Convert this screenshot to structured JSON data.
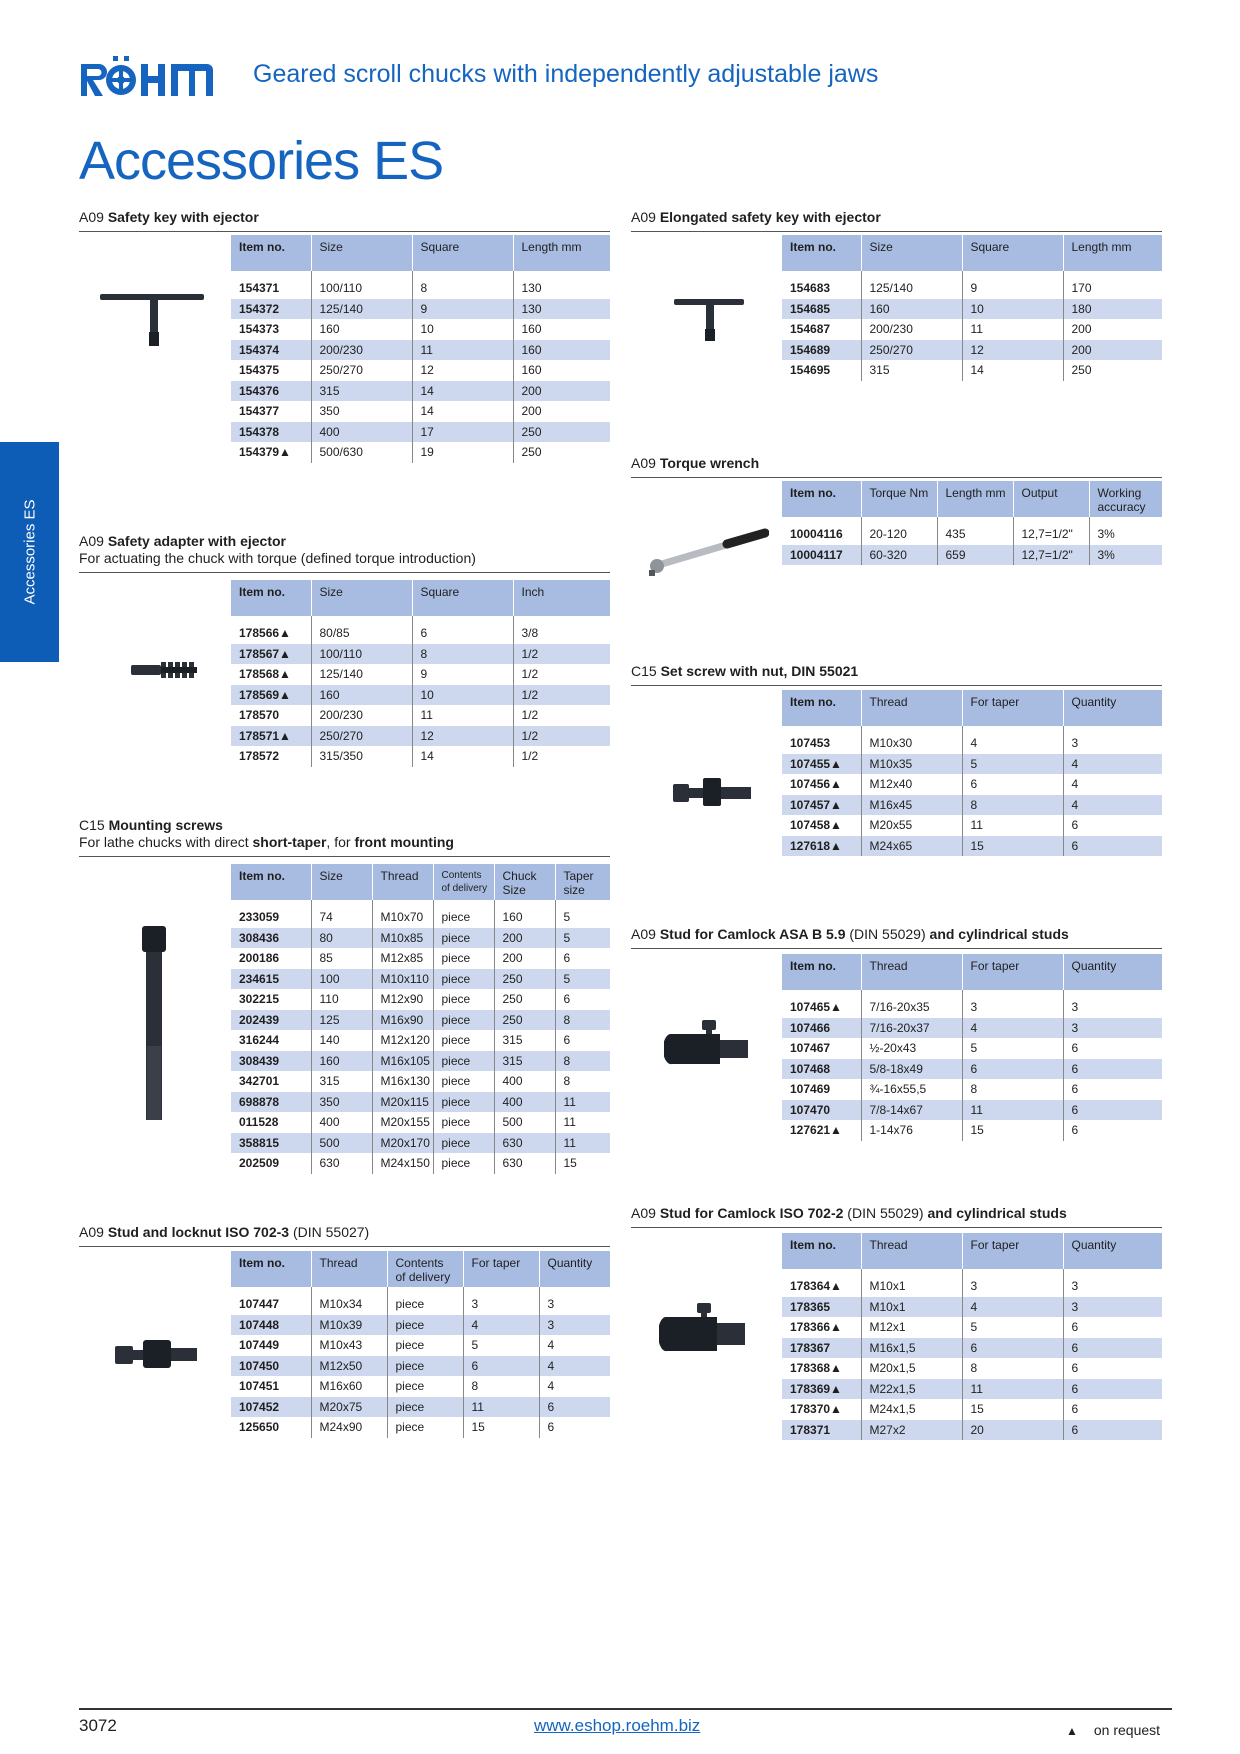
{
  "brand": {
    "logo_text": "RÖHM"
  },
  "header": {
    "title": "Geared scroll chucks with independently adjustable jaws"
  },
  "page_title": "Accessories ES",
  "side_tab": "Accessories ES",
  "colors": {
    "brand_blue": "#1565c0",
    "header_fill": "#a8bce2",
    "stripe_fill": "#cdd8ee"
  },
  "sections": {
    "safety_key": {
      "code": "A09",
      "name": "Safety key with ejector",
      "headers": [
        "Item no.",
        "Size",
        "Square",
        "Length mm"
      ],
      "rows": [
        [
          "154371",
          "100/110",
          "8",
          "130"
        ],
        [
          "154372",
          "125/140",
          "9",
          "130"
        ],
        [
          "154373",
          "160",
          "10",
          "160"
        ],
        [
          "154374",
          "200/230",
          "11",
          "160"
        ],
        [
          "154375",
          "250/270",
          "12",
          "160"
        ],
        [
          "154376",
          "315",
          "14",
          "200"
        ],
        [
          "154377",
          "350",
          "14",
          "200"
        ],
        [
          "154378",
          "400",
          "17",
          "250"
        ],
        [
          "154379▲",
          "500/630",
          "19",
          "250"
        ]
      ]
    },
    "elongated_key": {
      "code": "A09",
      "name": "Elongated safety key with ejector",
      "headers": [
        "Item no.",
        "Size",
        "Square",
        "Length mm"
      ],
      "rows": [
        [
          "154683",
          "125/140",
          "9",
          "170"
        ],
        [
          "154685",
          "160",
          "10",
          "180"
        ],
        [
          "154687",
          "200/230",
          "11",
          "200"
        ],
        [
          "154689",
          "250/270",
          "12",
          "200"
        ],
        [
          "154695",
          "315",
          "14",
          "250"
        ]
      ]
    },
    "torque_wrench": {
      "code": "A09",
      "name": "Torque wrench",
      "headers": [
        "Item no.",
        "Torque Nm",
        "Length mm",
        "Output",
        "Working accuracy"
      ],
      "rows": [
        [
          "10004116",
          "20-120",
          "435",
          "12,7=1/2\"",
          "3%"
        ],
        [
          "10004117",
          "60-320",
          "659",
          "12,7=1/2\"",
          "3%"
        ]
      ]
    },
    "safety_adapter": {
      "code": "A09",
      "name": "Safety adapter with ejector",
      "subtitle": "For actuating the chuck with torque (defined torque introduction)",
      "headers": [
        "Item no.",
        "Size",
        "Square",
        "Inch"
      ],
      "rows": [
        [
          "178566▲",
          "80/85",
          "6",
          "3/8"
        ],
        [
          "178567▲",
          "100/110",
          "8",
          "1/2"
        ],
        [
          "178568▲",
          "125/140",
          "9",
          "1/2"
        ],
        [
          "178569▲",
          "160",
          "10",
          "1/2"
        ],
        [
          "178570",
          "200/230",
          "11",
          "1/2"
        ],
        [
          "178571▲",
          "250/270",
          "12",
          "1/2"
        ],
        [
          "178572",
          "315/350",
          "14",
          "1/2"
        ]
      ]
    },
    "set_screw": {
      "code": "C15",
      "name": "Set screw with nut, DIN 55021",
      "headers": [
        "Item no.",
        "Thread",
        "For taper",
        "Quantity"
      ],
      "rows": [
        [
          "107453",
          "M10x30",
          "4",
          "3"
        ],
        [
          "107455▲",
          "M10x35",
          "5",
          "4"
        ],
        [
          "107456▲",
          "M12x40",
          "6",
          "4"
        ],
        [
          "107457▲",
          "M16x45",
          "8",
          "4"
        ],
        [
          "107458▲",
          "M20x55",
          "11",
          "6"
        ],
        [
          "127618▲",
          "M24x65",
          "15",
          "6"
        ]
      ]
    },
    "mounting_screws": {
      "code": "C15",
      "name": "Mounting screws",
      "subtitle_pre": "For lathe chucks with direct ",
      "subtitle_bold1": "short-taper",
      "subtitle_mid": ", for ",
      "subtitle_bold2": "front mounting",
      "headers": [
        "Item no.",
        "Size",
        "Thread",
        "Contents of delivery",
        "Chuck Size",
        "Taper size"
      ],
      "rows": [
        [
          "233059",
          "74",
          "M10x70",
          "piece",
          "160",
          "5"
        ],
        [
          "308436",
          "80",
          "M10x85",
          "piece",
          "200",
          "5"
        ],
        [
          "200186",
          "85",
          "M12x85",
          "piece",
          "200",
          "6"
        ],
        [
          "234615",
          "100",
          "M10x110",
          "piece",
          "250",
          "5"
        ],
        [
          "302215",
          "110",
          "M12x90",
          "piece",
          "250",
          "6"
        ],
        [
          "202439",
          "125",
          "M16x90",
          "piece",
          "250",
          "8"
        ],
        [
          "316244",
          "140",
          "M12x120",
          "piece",
          "315",
          "6"
        ],
        [
          "308439",
          "160",
          "M16x105",
          "piece",
          "315",
          "8"
        ],
        [
          "342701",
          "315",
          "M16x130",
          "piece",
          "400",
          "8"
        ],
        [
          "698878",
          "350",
          "M20x115",
          "piece",
          "400",
          "11"
        ],
        [
          "011528",
          "400",
          "M20x155",
          "piece",
          "500",
          "11"
        ],
        [
          "358815",
          "500",
          "M20x170",
          "piece",
          "630",
          "11"
        ],
        [
          "202509",
          "630",
          "M24x150",
          "piece",
          "630",
          "15"
        ]
      ]
    },
    "camlock_asa": {
      "code": "A09",
      "name": "Stud for Camlock ASA B 5.9",
      "tail": " (DIN 55029) ",
      "name2": "and cylindrical studs",
      "headers": [
        "Item no.",
        "Thread",
        "For taper",
        "Quantity"
      ],
      "rows": [
        [
          "107465▲",
          "7/16-20x35",
          "3",
          "3"
        ],
        [
          "107466",
          "7/16-20x37",
          "4",
          "3"
        ],
        [
          "107467",
          "½-20x43",
          "5",
          "6"
        ],
        [
          "107468",
          "5/8-18x49",
          "6",
          "6"
        ],
        [
          "107469",
          "¾-16x55,5",
          "8",
          "6"
        ],
        [
          "107470",
          "7/8-14x67",
          "11",
          "6"
        ],
        [
          "127621▲",
          "1-14x76",
          "15",
          "6"
        ]
      ]
    },
    "camlock_iso": {
      "code": "A09",
      "name": "Stud for Camlock ISO 702-2",
      "tail": " (DIN 55029) ",
      "name2": "and cylindrical studs",
      "headers": [
        "Item no.",
        "Thread",
        "For taper",
        "Quantity"
      ],
      "rows": [
        [
          "178364▲",
          "M10x1",
          "3",
          "3"
        ],
        [
          "178365",
          "M10x1",
          "4",
          "3"
        ],
        [
          "178366▲",
          "M12x1",
          "5",
          "6"
        ],
        [
          "178367",
          "M16x1,5",
          "6",
          "6"
        ],
        [
          "178368▲",
          "M20x1,5",
          "8",
          "6"
        ],
        [
          "178369▲",
          "M22x1,5",
          "11",
          "6"
        ],
        [
          "178370▲",
          "M24x1,5",
          "15",
          "6"
        ],
        [
          "178371",
          "M27x2",
          "20",
          "6"
        ]
      ]
    },
    "stud_locknut": {
      "code": "A09",
      "name": "Stud and locknut ISO 702-3",
      "tail": " (DIN 55027)",
      "headers": [
        "Item no.",
        "Thread",
        "Contents of delivery",
        "For taper",
        "Quantity"
      ],
      "rows": [
        [
          "107447",
          "M10x34",
          "piece",
          "3",
          "3"
        ],
        [
          "107448",
          "M10x39",
          "piece",
          "4",
          "3"
        ],
        [
          "107449",
          "M10x43",
          "piece",
          "5",
          "4"
        ],
        [
          "107450",
          "M12x50",
          "piece",
          "6",
          "4"
        ],
        [
          "107451",
          "M16x60",
          "piece",
          "8",
          "4"
        ],
        [
          "107452",
          "M20x75",
          "piece",
          "11",
          "6"
        ],
        [
          "125650",
          "M24x90",
          "piece",
          "15",
          "6"
        ]
      ]
    }
  },
  "footer": {
    "page_number": "3072",
    "link": "www.eshop.roehm.biz",
    "legend_symbol": "▲",
    "legend_text": "on request"
  }
}
